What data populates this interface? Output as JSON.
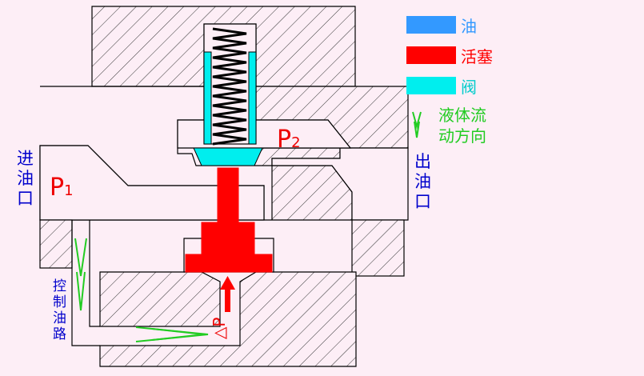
{
  "labels": {
    "inlet": [
      "进",
      "油",
      "口"
    ],
    "outlet": [
      "出",
      "油",
      "口"
    ],
    "p1": "P",
    "p1_sub": "1",
    "p2": "P",
    "p2_sub": "2",
    "control_line": [
      "控",
      "制",
      "油",
      "路"
    ],
    "delta_p": "△P"
  },
  "legend": {
    "items": [
      {
        "label": "油",
        "color": "#3399ff",
        "text_color": "#3399ff"
      },
      {
        "label": "活塞",
        "color": "#ff0000",
        "text_color": "#ff0000"
      },
      {
        "label": "阀",
        "color": "#00eeee",
        "text_color": "#00cccc"
      }
    ],
    "flow_line1": "液体流",
    "flow_line2": "动方向",
    "flow_color": "#22cc22"
  },
  "colors": {
    "background": "#fdeef6",
    "piston": "#ff0000",
    "valve": "#00eeee",
    "flow": "#22cc22",
    "delta_arrow": "#ff0000",
    "body_line": "#000000"
  }
}
